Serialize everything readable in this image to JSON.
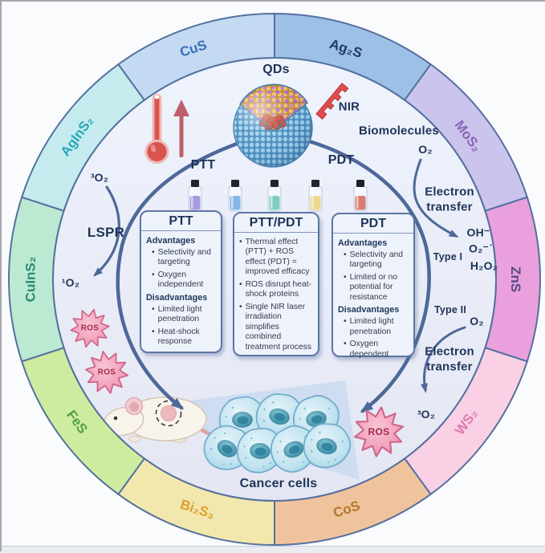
{
  "figure": {
    "title_labels": {
      "qds": "QDs",
      "nir": "NIR",
      "ptt": "PTT",
      "pdt": "PDT",
      "lspr": "LSPR",
      "biomolecules": "Biomolecules",
      "o2": "O₂",
      "electron_transfer": "Electron transfer",
      "type1": "Type I",
      "type2": "Type II",
      "hydroxide": "OH⁻",
      "superoxide": "O₂⁻˙",
      "peroxide": "H₂O₂",
      "triplet_o2": "³O₂",
      "singlet_o2": "¹O₂",
      "ros": "ROS",
      "cancer_cells": "Cancer cells"
    },
    "ring": {
      "segments": [
        {
          "label": "CuS",
          "color": "#c3daf2",
          "text_color": "#3a6cb8"
        },
        {
          "label": "Ag₂S",
          "color": "#9dc0e6",
          "text_color": "#1e3a66"
        },
        {
          "label": "MoS₂",
          "color": "#cbc4ec",
          "text_color": "#8a63b8"
        },
        {
          "label": "ZnS",
          "color": "#e9a0dc",
          "text_color": "#574a85"
        },
        {
          "label": "WS₂",
          "color": "#f9d0e4",
          "text_color": "#e078ae"
        },
        {
          "label": "CoS",
          "color": "#efc49c",
          "text_color": "#b5742e"
        },
        {
          "label": "Bi₂S₃",
          "color": "#f2e8ae",
          "text_color": "#dfa02e"
        },
        {
          "label": "FeS",
          "color": "#cdeca0",
          "text_color": "#55a03c"
        },
        {
          "label": "CuInS₂",
          "color": "#bce9d2",
          "text_color": "#2a8a70"
        },
        {
          "label": "AgInS₂",
          "color": "#c5ebee",
          "text_color": "#28a8b8"
        }
      ]
    },
    "boxes": [
      {
        "title": "PTT",
        "sections": [
          {
            "header": "Advantages",
            "bullets": [
              "Selectivity and targeting",
              "Oxygen independent"
            ]
          },
          {
            "header": "Disadvantages",
            "bullets": [
              "Limited light penetration",
              "Heat-shock response"
            ]
          }
        ]
      },
      {
        "title": "PTT/PDT",
        "bullets": [
          "Thermal effect (PTT) + ROS effect (PDT) = improved efficacy",
          "ROS disrupt heat-shock proteins",
          "Single NIR laser irradiation simplifies combined treatment process"
        ]
      },
      {
        "title": "PDT",
        "sections": [
          {
            "header": "Advantages",
            "bullets": [
              "Selectivity and targeting",
              "Limited or no potential for resistance"
            ]
          },
          {
            "header": "Disadvantages",
            "bullets": [
              "Limited light penetration",
              "Oxygen dependent"
            ]
          }
        ]
      }
    ],
    "vials": [
      {
        "cap": "#23252c",
        "liquid": "#a79ade"
      },
      {
        "cap": "#23252c",
        "liquid": "#85b7e8"
      },
      {
        "cap": "#23252c",
        "liquid": "#7fcfc0"
      },
      {
        "cap": "#23252c",
        "liquid": "#ecd98c"
      },
      {
        "cap": "#1f2126",
        "liquid": "#d97d74"
      }
    ],
    "colors": {
      "accent_navy": "#1e3459",
      "arc_blue": "#4d6899",
      "ring_stroke": "#54709f",
      "inner_circle": "#eaeff9",
      "laser_red": "#e14b4b",
      "thermometer_red": "#d9534e",
      "up_arrow_rose": "#bf5f6a",
      "ros_star_pink": "#ef96b2",
      "ros_text": "#a22a4e",
      "cell_blue": "#aed9ea",
      "nucleus_teal": "#2e7f9d"
    }
  }
}
